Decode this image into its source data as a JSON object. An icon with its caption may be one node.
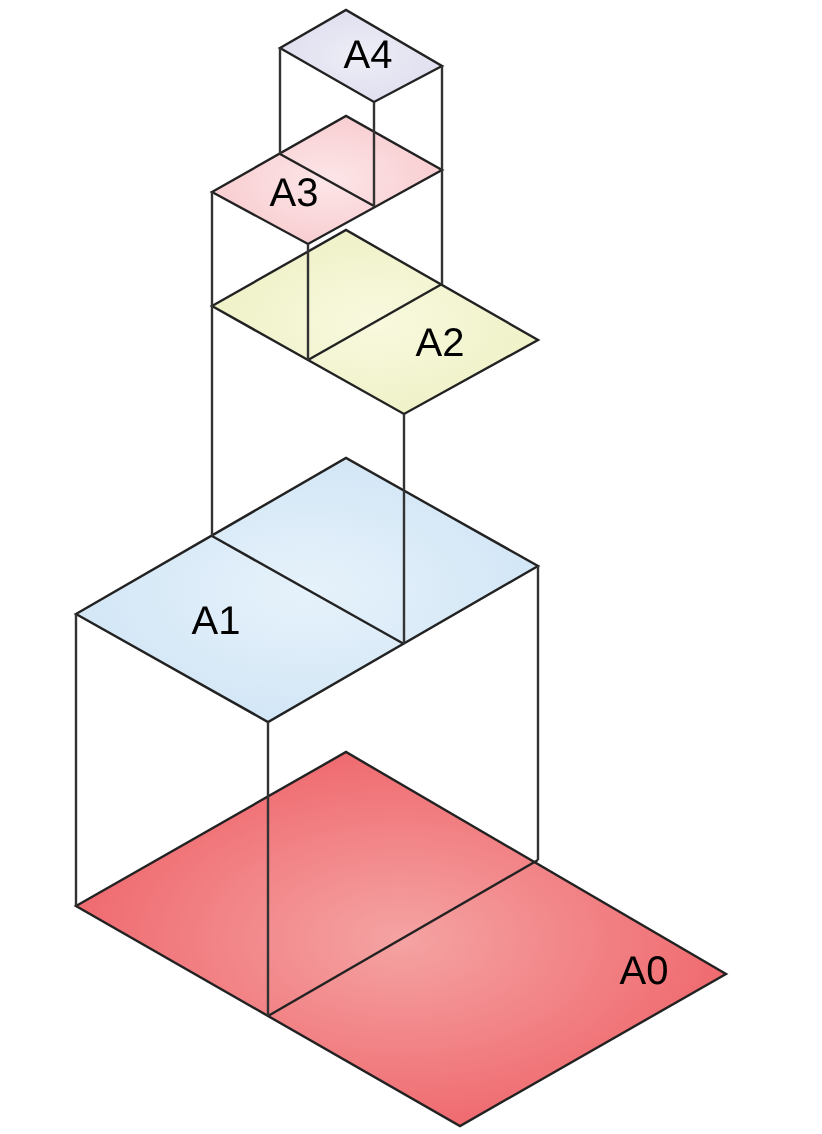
{
  "diagram": {
    "nodes": [
      {
        "text": [
          "A4"
        ]
      },
      {
        "text": [
          "A3"
        ]
      },
      {
        "text": [
          "A2"
        ]
      },
      {
        "text": [
          "A1"
        ]
      },
      {
        "text": [
          "A0"
        ]
      }
    ]
  }
}
